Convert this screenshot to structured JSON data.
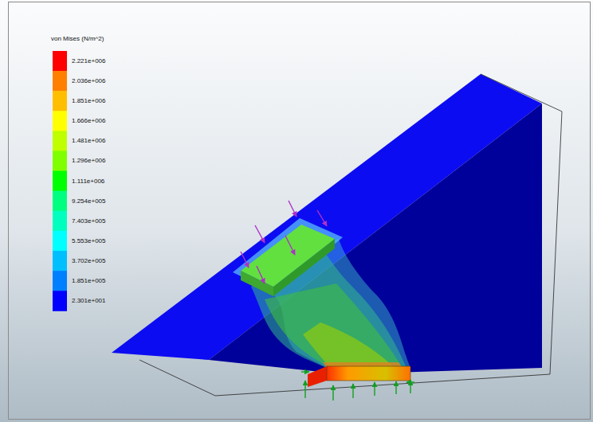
{
  "diagram": {
    "labels": [
      "von Mises (N/m^2)"
    ],
    "legend": [
      {
        "text": "2.221e+006",
        "color": "#ff0000"
      },
      {
        "text": "2.036e+006",
        "color": "#ff8000"
      },
      {
        "text": "1.851e+006",
        "color": "#ffbf00"
      },
      {
        "text": "1.666e+006",
        "color": "#ffff00"
      },
      {
        "text": "1.481e+006",
        "color": "#bfff00"
      },
      {
        "text": "1.296e+006",
        "color": "#80ff00"
      },
      {
        "text": "1.111e+006",
        "color": "#00ff00"
      },
      {
        "text": "9.254e+005",
        "color": "#00ff80"
      },
      {
        "text": "7.403e+005",
        "color": "#00ffbf"
      },
      {
        "text": "5.553e+005",
        "color": "#00ffff"
      },
      {
        "text": "3.702e+005",
        "color": "#00bfff"
      },
      {
        "text": "1.851e+005",
        "color": "#0080ff"
      },
      {
        "text": "2.301e+001",
        "color": "#0000ff"
      }
    ]
  }
}
